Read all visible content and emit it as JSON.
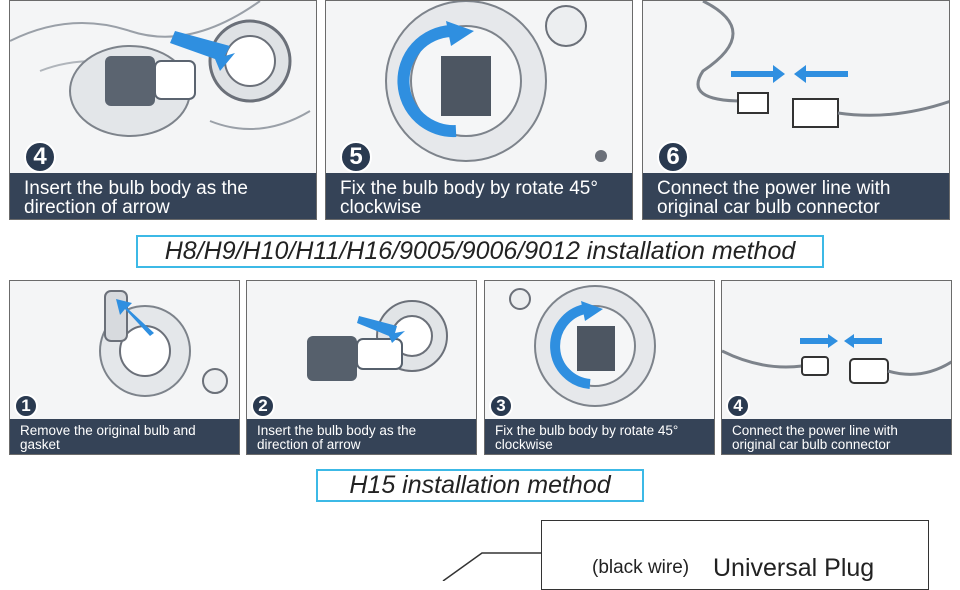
{
  "colors": {
    "caption_bg": "#26354a",
    "accent_arrow": "#2f8fe0",
    "title_border": "#3cb9e6"
  },
  "row1": [
    {
      "step": "4",
      "lines": [
        "Insert the bulb body as the",
        "direction of arrow"
      ]
    },
    {
      "step": "5",
      "lines": [
        "Fix the bulb body by rotate 45°",
        "clockwise"
      ]
    },
    {
      "step": "6",
      "lines": [
        "Connect the power line with",
        "original car bulb connector"
      ]
    }
  ],
  "section1_title": "H8/H9/H10/H11/H16/9005/9006/9012 installation method",
  "row2": [
    {
      "step": "1",
      "lines": [
        "Remove the original bulb and",
        "gasket"
      ]
    },
    {
      "step": "2",
      "lines": [
        "Insert the bulb body as the",
        "direction of arrow"
      ]
    },
    {
      "step": "3",
      "lines": [
        "Fix the bulb body by rotate 45°",
        "clockwise"
      ]
    },
    {
      "step": "4",
      "lines": [
        "Connect the power line with",
        "original car bulb connector"
      ]
    }
  ],
  "section2_title": "H15 installation method",
  "plug": {
    "wire_label": "(black wire)",
    "name": "Universal Plug"
  }
}
